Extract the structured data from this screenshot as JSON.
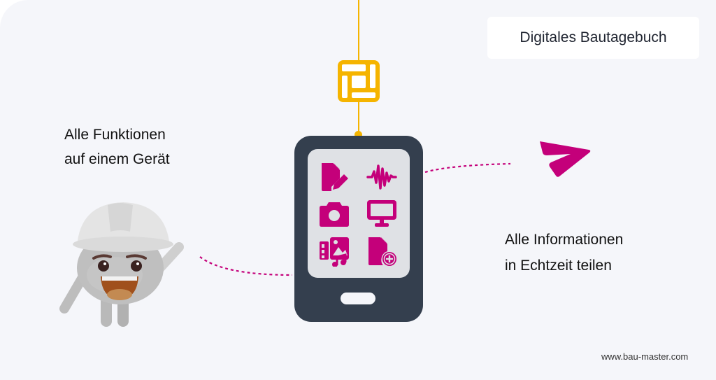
{
  "header": {
    "title": "Digitales Bautagebuch"
  },
  "left_caption": {
    "line1": "Alle Funktionen",
    "line2": "auf einem Gerät"
  },
  "right_caption": {
    "line1": "Alle Informationen",
    "line2": "in Echtzeit teilen"
  },
  "footer": {
    "url": "www.bau-master.com"
  },
  "phone": {
    "apps": [
      {
        "icon": "document-edit-icon"
      },
      {
        "icon": "audio-waveform-icon"
      },
      {
        "icon": "camera-icon"
      },
      {
        "icon": "monitor-icon"
      },
      {
        "icon": "media-gallery-icon"
      },
      {
        "icon": "document-add-icon"
      }
    ]
  },
  "colors": {
    "background": "#f5f6fa",
    "accent_magenta": "#c4007a",
    "accent_yellow": "#f5b400",
    "phone_body": "#343f4e",
    "phone_screen": "#dfe1e5",
    "text": "#111111"
  }
}
